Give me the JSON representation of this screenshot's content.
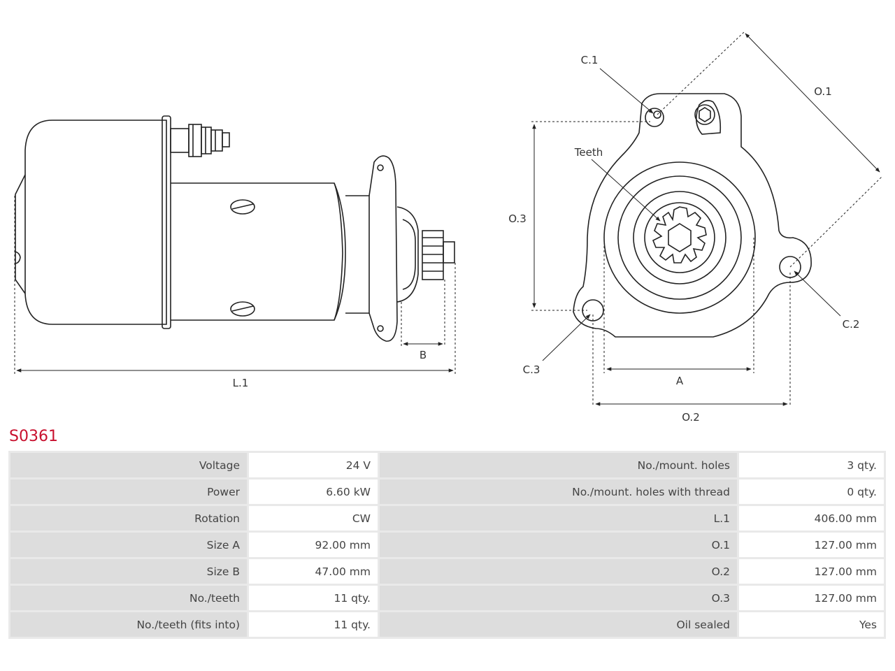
{
  "part_number": "S0361",
  "labels": {
    "L1": "L.1",
    "B": "B",
    "A": "A",
    "O1": "O.1",
    "O2": "O.2",
    "O3": "O.3",
    "C1": "C.1",
    "C2": "C.2",
    "C3": "C.3",
    "teeth": "Teeth"
  },
  "specs": [
    {
      "left_label": "Voltage",
      "left_value": "24 V",
      "right_label": "No./mount. holes",
      "right_value": "3 qty."
    },
    {
      "left_label": "Power",
      "left_value": "6.60 kW",
      "right_label": "No./mount. holes with thread",
      "right_value": "0 qty."
    },
    {
      "left_label": "Rotation",
      "left_value": "CW",
      "right_label": "L.1",
      "right_value": "406.00 mm"
    },
    {
      "left_label": "Size A",
      "left_value": "92.00 mm",
      "right_label": "O.1",
      "right_value": "127.00 mm"
    },
    {
      "left_label": "Size B",
      "left_value": "47.00 mm",
      "right_label": "O.2",
      "right_value": "127.00 mm"
    },
    {
      "left_label": "No./teeth",
      "left_value": "11 qty.",
      "right_label": "O.3",
      "right_value": "127.00 mm"
    },
    {
      "left_label": "No./teeth (fits into)",
      "left_value": "11 qty.",
      "right_label": "Oil sealed",
      "right_value": "Yes"
    }
  ]
}
